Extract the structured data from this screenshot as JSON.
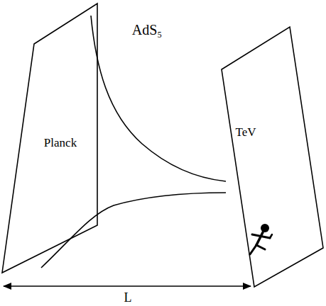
{
  "diagram": {
    "nodes": [
      {
        "text": [
          "Planck"
        ]
      },
      {
        "text": [
          "TeV"
        ]
      }
    ],
    "labels": [
      "AdS₅",
      "L"
    ]
  }
}
